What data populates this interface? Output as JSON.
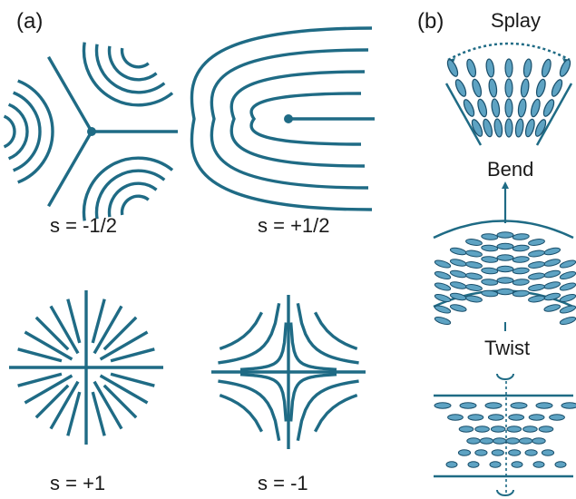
{
  "panel_a": {
    "label": "(a)",
    "defects": [
      {
        "id": "minus-half",
        "caption": "s = -1/2"
      },
      {
        "id": "plus-half",
        "caption": "s = +1/2"
      },
      {
        "id": "plus-one",
        "caption": "s = +1"
      },
      {
        "id": "minus-one",
        "caption": "s = -1"
      }
    ]
  },
  "panel_b": {
    "label": "(b)",
    "deformations": [
      {
        "id": "splay",
        "label": "Splay"
      },
      {
        "id": "bend",
        "label": "Bend"
      },
      {
        "id": "twist",
        "label": "Twist"
      }
    ]
  },
  "colors": {
    "line": "#1f6b85",
    "mol_dark": "#1a4f6b",
    "mol_light": "#5ea3c3",
    "frame": "#111111"
  }
}
